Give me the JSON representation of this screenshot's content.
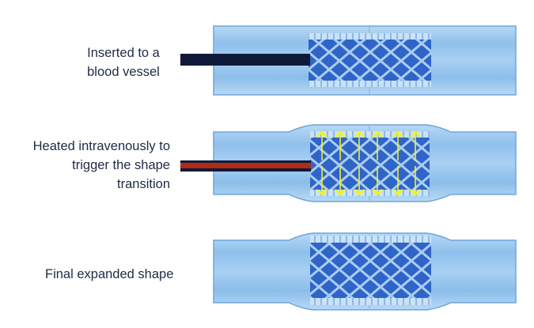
{
  "steps": [
    {
      "label_lines": [
        "Inserted to a",
        "blood vessel"
      ]
    },
    {
      "label_lines": [
        "Heated intravenously to",
        "trigger the shape",
        "transition"
      ]
    },
    {
      "label_lines": [
        "Final expanded shape"
      ]
    }
  ],
  "colors": {
    "vessel": "#9cc8ee",
    "vessel_edge": "#6fa6da",
    "stent": "#2f64c8",
    "mesh": "#a9cdf2",
    "catheter": "#0f1a3a",
    "heater": "#b22a14",
    "arrow": "#f4f418"
  }
}
